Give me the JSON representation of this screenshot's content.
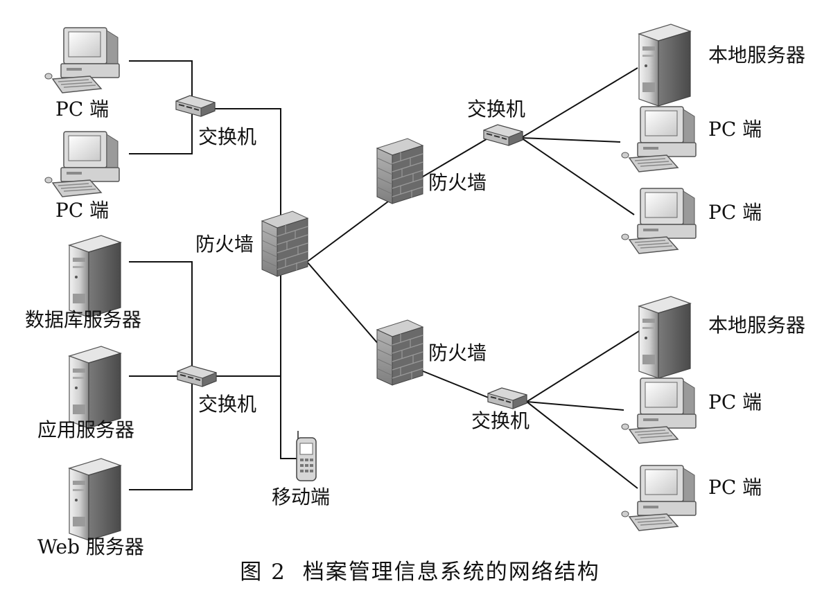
{
  "labels": {
    "pc_left_1": "PC 端",
    "pc_left_2": "PC 端",
    "switch_top_left": "交换机",
    "firewall_center": "防火墙",
    "db_server": "数据库服务器",
    "switch_bottom_left": "交换机",
    "app_server": "应用服务器",
    "web_server": "Web 服务器",
    "mobile": "移动端",
    "firewall_upper_right": "防火墙",
    "switch_upper_right": "交换机",
    "local_server_upper": "本地服务器",
    "pc_right_1": "PC 端",
    "pc_right_2": "PC 端",
    "firewall_lower_right": "防火墙",
    "switch_lower_right": "交换机",
    "local_server_lower": "本地服务器",
    "pc_right_3": "PC 端",
    "pc_right_4": "PC 端"
  },
  "caption": {
    "figure_number": "图 2",
    "title": "档案管理信息系统的网络结构"
  },
  "icons": {
    "pc": "desktop-computer-icon",
    "server": "server-tower-icon",
    "switch": "network-switch-icon",
    "firewall": "brick-firewall-icon",
    "mobile": "mobile-phone-icon"
  },
  "colors": {
    "line": "#111111",
    "device_light": "#e4e4e4",
    "device_mid": "#a8a8a8",
    "device_dark": "#5a5a5a"
  }
}
